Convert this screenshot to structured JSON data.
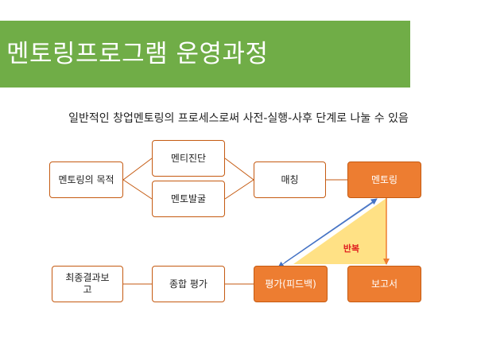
{
  "title": "멘토링프로그램 운영과정",
  "subtitle": "일반적인 창업멘토링의 프로세스로써 사전-실행-사후 단계로 나눌 수 있음",
  "nodes": {
    "purpose": "멘토링의 목적",
    "diagnosis": "멘티진단",
    "discovery": "멘토발굴",
    "matching": "매칭",
    "mentoring": "멘토링",
    "evaluation": "평가(피드백)",
    "report": "보고서",
    "overall_eval": "종합 평가",
    "final_report": "최종결과보고"
  },
  "feedback_label": "반복",
  "colors": {
    "title_bar": "#70ad47",
    "accent": "#ed7d31",
    "outline": "#c55a11",
    "feedback_fill": "#ffd966",
    "feedback_text": "#e02020",
    "arrow_blue": "#4472c4"
  }
}
